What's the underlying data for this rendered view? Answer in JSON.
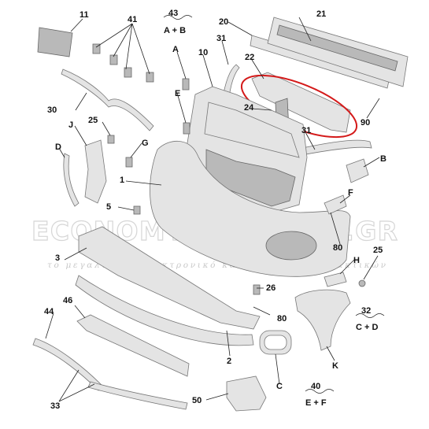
{
  "watermark": {
    "main": "ECONOMYCARPARTS.GR",
    "sub": "το μεγαλύτερο ηλεκτρονικό κατάστημα ανταλλακτικών"
  },
  "labels": {
    "l11": "11",
    "l41": "41",
    "l43": "43",
    "l43sub": "A + B",
    "l20": "20",
    "l21": "21",
    "l31a": "31",
    "lA": "A",
    "l10": "10",
    "l22": "22",
    "l30": "30",
    "lE": "E",
    "l24": "24",
    "l90": "90",
    "l25a": "25",
    "lJ": "J",
    "l31b": "31",
    "lD": "D",
    "lG": "G",
    "lB": "B",
    "l1": "1",
    "l5": "5",
    "lF": "F",
    "l80a": "80",
    "l3": "3",
    "l25b": "25",
    "lH": "H",
    "l26": "26",
    "l46": "46",
    "l44": "44",
    "l80b": "80",
    "l32": "32",
    "l32sub": "C + D",
    "l2": "2",
    "lK": "K",
    "lC": "C",
    "l40": "40",
    "l40sub": "E + F",
    "l33": "33",
    "l50": "50"
  }
}
